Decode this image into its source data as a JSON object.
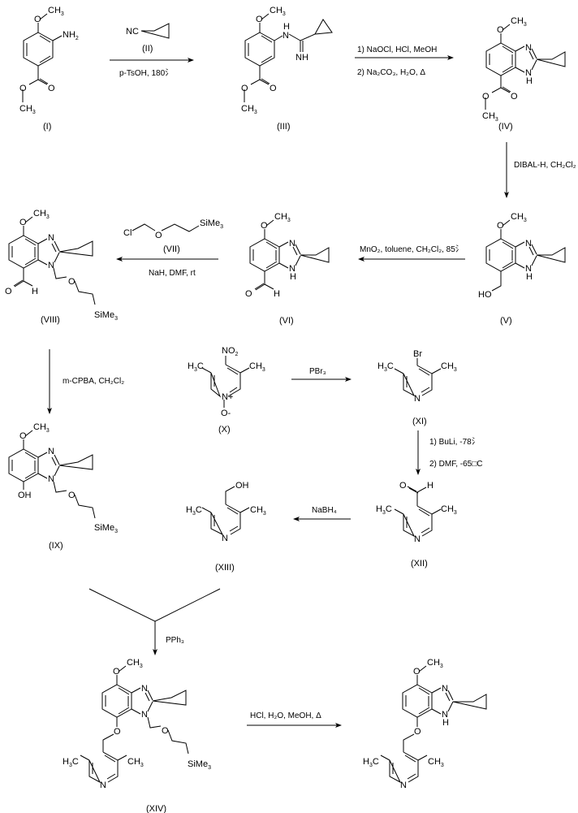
{
  "title": "Synthesis scheme of 4-methoxy-2-cyclopropyl-7-[(3,5-dimethylpyridin-4-yl)methoxy]-1H-benzimidazole",
  "compounds": {
    "I": {
      "label": "(I)"
    },
    "II": {
      "label": "(II)"
    },
    "III": {
      "label": "(III)"
    },
    "IV": {
      "label": "(IV)"
    },
    "V": {
      "label": "(V)"
    },
    "VI": {
      "label": "(VI)"
    },
    "VII": {
      "label": "(VII)"
    },
    "VIII": {
      "label": "(VIII)"
    },
    "IX": {
      "label": "(IX)"
    },
    "X": {
      "label": "(X)"
    },
    "XI": {
      "label": "(XI)"
    },
    "XII": {
      "label": "(XII)"
    },
    "XIII": {
      "label": "(XIII)"
    },
    "XIV": {
      "label": "(XIV)"
    }
  },
  "atoms": {
    "O": "O",
    "N": "N",
    "H": "H",
    "NH": "NH",
    "HO": "HO",
    "OH": "OH",
    "CH": "CH",
    "H3C_H": "H",
    "C": "C",
    "sub3": "3",
    "sub2": "2",
    "NH2": "NH",
    "NC": "NC",
    "Cl": "Cl",
    "SiMe": "SiMe",
    "Br": "Br",
    "NO": "NO",
    "Nplus": "N+",
    "Ominus": "O-"
  },
  "reactions": [
    {
      "id": "step1",
      "reagent_above": "(II)",
      "conditions": "p-TsOH, 180氵"
    },
    {
      "id": "step2",
      "line1": "1) NaOCl, HCl, MeOH",
      "line2": "2) Na₂CO₃, H₂O, Δ"
    },
    {
      "id": "step3",
      "conditions": "DIBAL-H, CH₂Cl₂"
    },
    {
      "id": "step4",
      "conditions": "MnO₂, toluene, CH₂Cl₂, 85氵"
    },
    {
      "id": "step5",
      "reagent_above": "(VII)",
      "conditions": "NaH, DMF, rt"
    },
    {
      "id": "step6",
      "conditions": "m-CPBA, CH₂Cl₂"
    },
    {
      "id": "step7",
      "conditions": "PBr₃"
    },
    {
      "id": "step8",
      "line1": "1) BuLi, -78氵",
      "line2": "2) DMF, -65□C"
    },
    {
      "id": "step9",
      "conditions": "NaBH₄"
    },
    {
      "id": "step10",
      "conditions": "PPh₃"
    },
    {
      "id": "step11",
      "conditions": "HCl, H₂O, MeOH, Δ"
    }
  ]
}
